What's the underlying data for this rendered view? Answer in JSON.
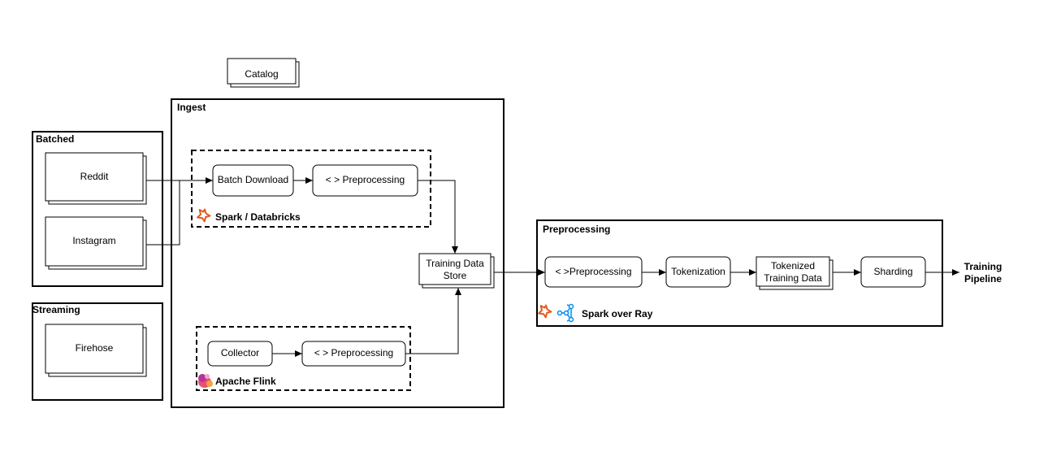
{
  "catalog": {
    "label": "Catalog"
  },
  "sources": {
    "batched": {
      "title": "Batched",
      "items": [
        "Reddit",
        "Instagram"
      ]
    },
    "streaming": {
      "title": "Streaming",
      "items": [
        "Firehose"
      ]
    }
  },
  "ingest": {
    "title": "Ingest",
    "spark_group": {
      "label": "Spark / Databricks",
      "steps": [
        "Batch Download",
        "< > Preprocessing"
      ]
    },
    "flink_group": {
      "label": "Apache Flink",
      "steps": [
        "Collector",
        "< > Preprocessing"
      ]
    },
    "store": {
      "line1": "Training Data",
      "line2": "Store"
    }
  },
  "preprocessing": {
    "title": "Preprocessing",
    "steps": [
      "< >Preprocessing",
      "Tokenization",
      "Sharding"
    ],
    "tokenized": {
      "line1": "Tokenized",
      "line2": "Training Data"
    },
    "engine_label": "Spark over Ray"
  },
  "output": {
    "line1": "Training",
    "line2": "Pipeline"
  },
  "colors": {
    "spark": "#e25a1c",
    "ray": "#028cf0",
    "flink": "#e6526f"
  }
}
